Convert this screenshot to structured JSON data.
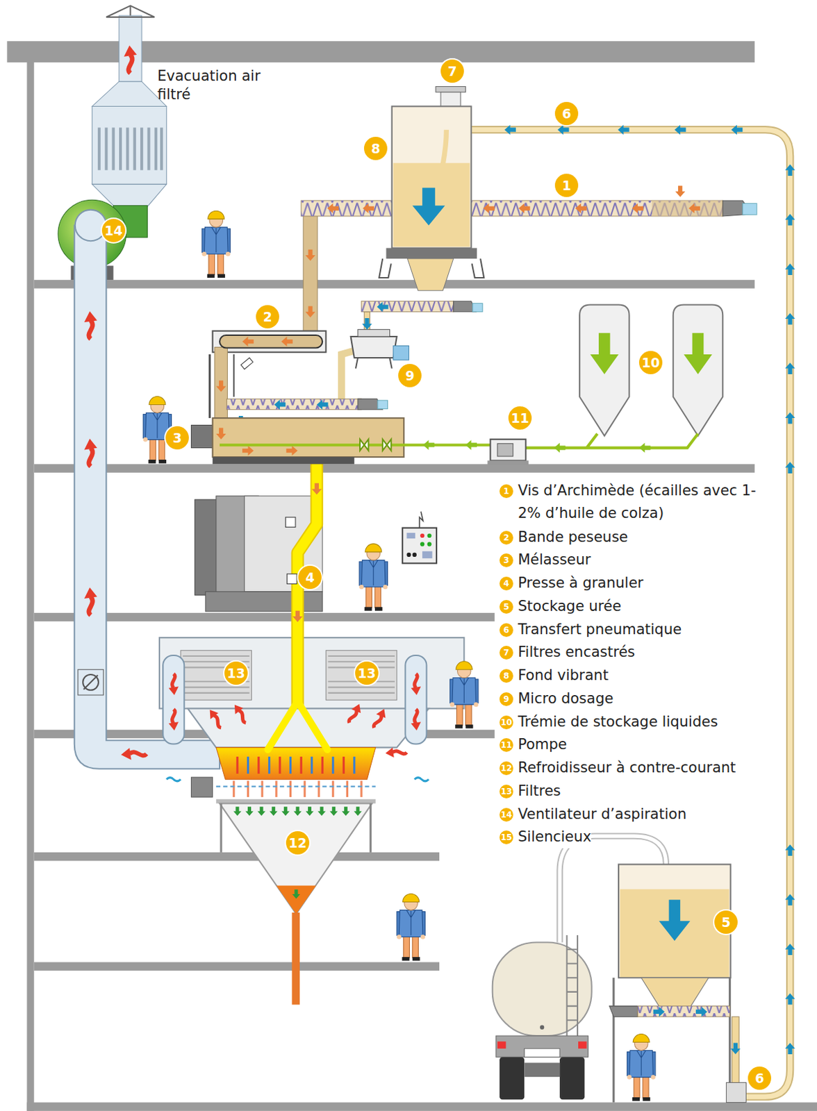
{
  "diagram": {
    "labels": [
      "Evacuation air filtré",
      "7",
      "6",
      "8",
      "1",
      "2",
      "9",
      "10",
      "3",
      "11",
      "4",
      "13",
      "13",
      "12",
      "14",
      "5",
      "6",
      "1",
      "Vis d’Archimède (écailles avec 1-2% d’huile de colza)",
      "2",
      "Bande peseuse",
      "3",
      "Mélasseur",
      "4",
      "Presse à granuler",
      "5",
      "Stockage urée",
      "6",
      "Transfert pneumatique",
      "7",
      "Filtres encastrés",
      "8",
      "Fond vibrant",
      "9",
      "Micro dosage",
      "10",
      "Trémie de stockage liquides",
      "11",
      "Pompe",
      "12",
      "Refroidisseur à contre-courant",
      "13",
      "Filtres",
      "14",
      "Ventilateur d’aspiration",
      "15",
      "Silencieux"
    ]
  }
}
